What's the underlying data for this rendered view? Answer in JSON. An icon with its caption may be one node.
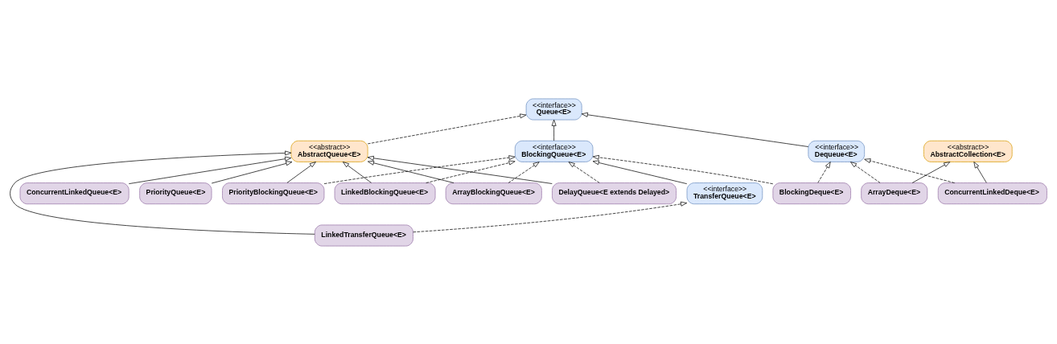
{
  "diagram": {
    "nodes": [
      {
        "text": [
          "<<abstract>>",
          "AbstractQueue<E>"
        ]
      },
      {
        "text": [
          "<<interface>>",
          "Queue<E>"
        ]
      },
      {
        "text": [
          "<<interface>>",
          "Dequeue<E>"
        ]
      },
      {
        "text": [
          "<<abstract>>",
          "AbstractCollection<E>"
        ]
      },
      {
        "text": [
          "PriorityQueue<E>"
        ]
      },
      {
        "text": [
          "ConcurrentLinkedQueue<E>"
        ]
      },
      {
        "text": [
          "ArrayBlockingQueue<E>"
        ]
      },
      {
        "text": [
          "DelayQueue<E extends Delayed>"
        ]
      },
      {
        "text": [
          "BlockingDeque<E>"
        ]
      },
      {
        "text": [
          "ArrayDeque<E>"
        ]
      },
      {
        "text": [
          "ConcurrentLinkedDeque<E>"
        ]
      },
      {
        "text": [
          "<<interface>>",
          "BlockingQueue<E>"
        ]
      },
      {
        "text": [
          "PriorityBlockingQueue<E>"
        ]
      },
      {
        "text": [
          "LinkedBlockingQueue<E>"
        ]
      },
      {
        "text": [
          "<<interface>>",
          "TransferQueue<E>"
        ]
      },
      {
        "text": [
          "LinkedTransferQueue<E>"
        ]
      }
    ],
    "edges": [
      {
        "from": 0,
        "to": 1,
        "arrow": "to",
        "style": "dashed"
      },
      {
        "from": 2,
        "to": 1,
        "arrow": "to"
      },
      {
        "from": 4,
        "to": 0,
        "arrow": "to"
      },
      {
        "from": 5,
        "to": 0,
        "arrow": "to"
      },
      {
        "from": 6,
        "to": 0,
        "arrow": "to"
      },
      {
        "from": 7,
        "to": 0,
        "arrow": "to"
      },
      {
        "from": 12,
        "to": 0,
        "arrow": "to"
      },
      {
        "from": 13,
        "to": 0,
        "arrow": "to"
      },
      {
        "from": 15,
        "to": 0,
        "arrow": "to"
      },
      {
        "from": 6,
        "to": 11,
        "arrow": "to",
        "style": "dashed"
      },
      {
        "from": 7,
        "to": 11,
        "arrow": "to",
        "style": "dashed"
      },
      {
        "from": 12,
        "to": 11,
        "arrow": "to",
        "style": "dashed"
      },
      {
        "from": 13,
        "to": 11,
        "arrow": "to",
        "style": "dashed"
      },
      {
        "from": 11,
        "to": 1,
        "arrow": "to"
      },
      {
        "from": 8,
        "to": 2,
        "arrow": "to",
        "style": "dashed"
      },
      {
        "from": 8,
        "to": 11,
        "arrow": "to",
        "style": "dashed"
      },
      {
        "from": 9,
        "to": 2,
        "arrow": "to",
        "style": "dashed"
      },
      {
        "from": 10,
        "to": 2,
        "arrow": "to",
        "style": "dashed"
      },
      {
        "from": 9,
        "to": 3,
        "arrow": "to"
      },
      {
        "from": 10,
        "to": 3,
        "arrow": "to"
      },
      {
        "from": 14,
        "to": 11,
        "arrow": "to"
      },
      {
        "from": 15,
        "to": 14,
        "arrow": "to",
        "style": "dashed"
      }
    ]
  }
}
